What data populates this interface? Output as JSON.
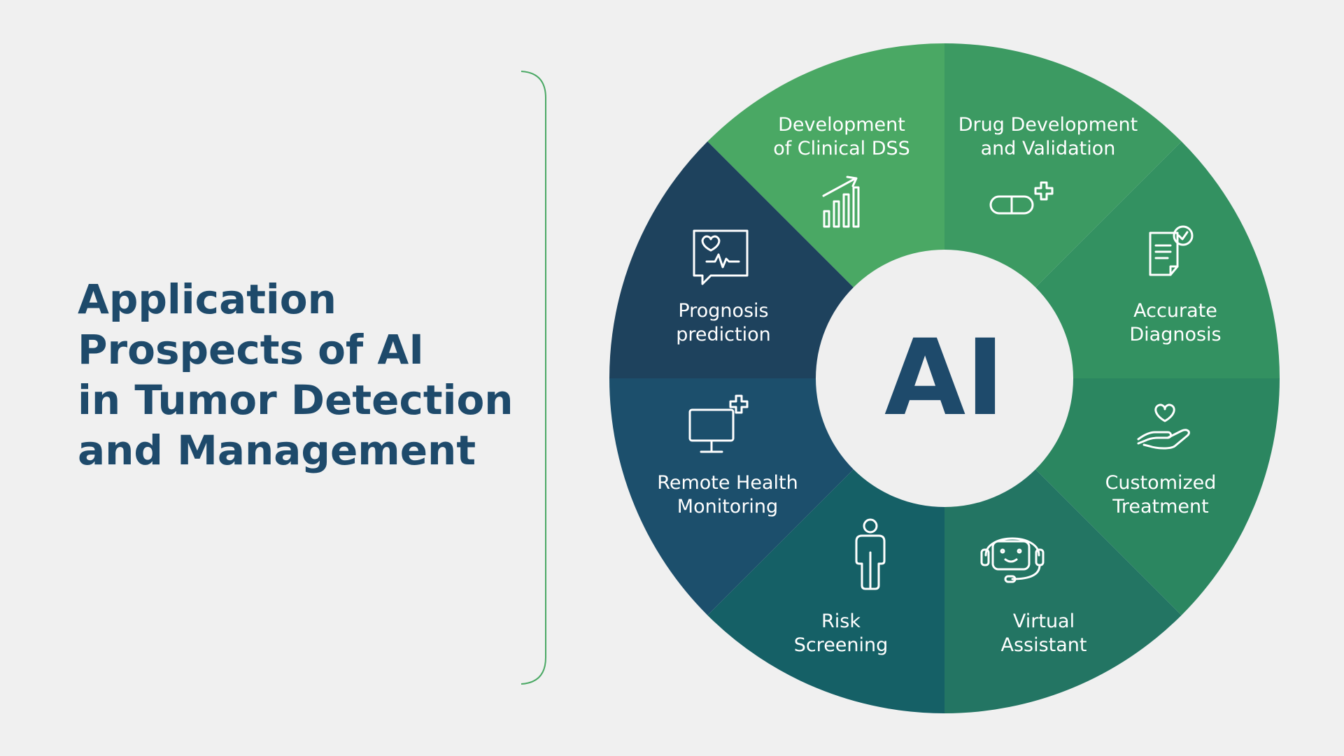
{
  "title": {
    "lines": [
      "Application",
      "Prospects of AI",
      "in Tumor Detection",
      "and Management"
    ]
  },
  "center": {
    "label": "AI"
  },
  "segments": [
    {
      "id": "clinical-dss",
      "lines": [
        "Development",
        "of Clinical DSS"
      ],
      "color": "#4aa864",
      "icon": "bar-chart-growth-icon"
    },
    {
      "id": "drug-development",
      "lines": [
        "Drug Development",
        "and Validation"
      ],
      "color": "#3c9a62",
      "icon": "capsule-pill-icon"
    },
    {
      "id": "accurate-diagnosis",
      "lines": [
        "Accurate",
        "Diagnosis"
      ],
      "color": "#339161",
      "icon": "checked-document-icon"
    },
    {
      "id": "customized-treatment",
      "lines": [
        "Customized",
        "Treatment"
      ],
      "color": "#2b8660",
      "icon": "heart-in-hand-icon"
    },
    {
      "id": "virtual-assistant",
      "lines": [
        "Virtual",
        "Assistant"
      ],
      "color": "#237563",
      "icon": "robot-headset-icon"
    },
    {
      "id": "risk-screening",
      "lines": [
        "Risk",
        "Screening"
      ],
      "color": "#156066",
      "icon": "person-icon"
    },
    {
      "id": "remote-monitoring",
      "lines": [
        "Remote Health",
        "Monitoring"
      ],
      "color": "#1c4f6c",
      "icon": "monitor-plus-icon"
    },
    {
      "id": "prognosis",
      "lines": [
        "Prognosis",
        "prediction"
      ],
      "color": "#1e425d",
      "icon": "heart-chat-monitor-icon"
    }
  ],
  "colors": {
    "background": "#f0f0f0",
    "title": "#1e4a6b",
    "bracket": "#4aa864",
    "center_fill": "#efefef"
  }
}
